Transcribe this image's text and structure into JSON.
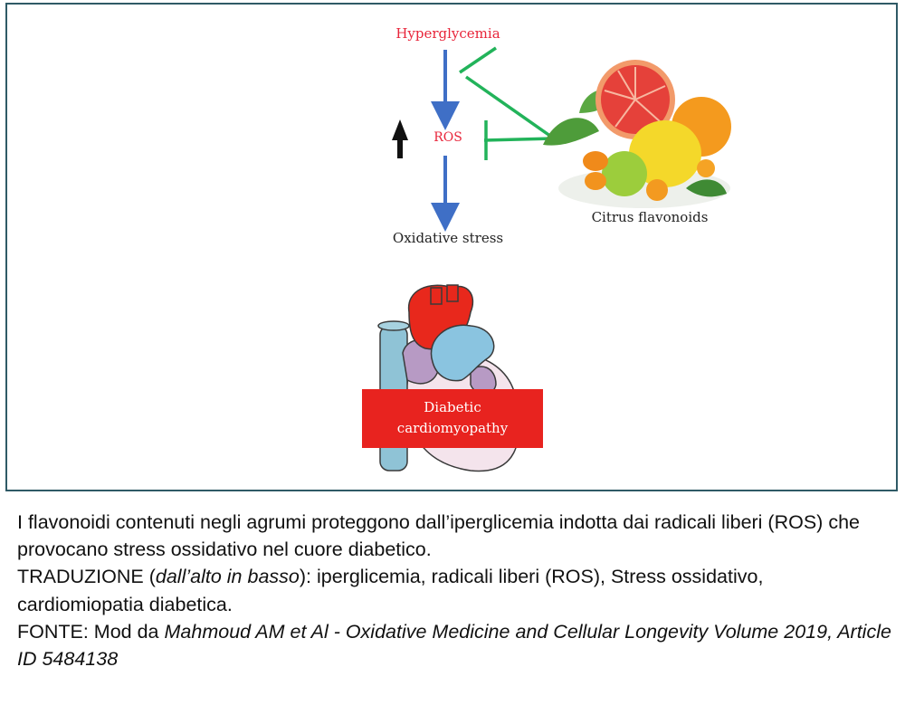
{
  "diagram": {
    "labels": {
      "hyperglycemia": "Hyperglycemia",
      "ros": "ROS",
      "oxidative_stress": "Oxidative stress",
      "citrus_flavonoids": "Citrus flavonoids",
      "diabetic_line1": "Diabetic",
      "diabetic_line2": "cardiomyopathy"
    },
    "colors": {
      "frame": "#2f5a66",
      "label_red": "#e8253a",
      "arrow_blue": "#3f6fc6",
      "inhibit_green": "#22b35a",
      "banner_red": "#e8231f",
      "increase_arrow": "#111111"
    },
    "icons": [
      "increase-arrow-icon",
      "citrus-fruits-icon",
      "heart-icon"
    ]
  },
  "caption": {
    "line1": "I flavonoidi contenuti negli agrumi proteggono dall’iperglicemia indotta dai radicali liberi (ROS) che provocano stress ossidativo nel cuore diabetico.",
    "trad_prefix": "TRADUZIONE (",
    "trad_italic": "dall’alto in basso",
    "trad_rest": "): iperglicemia, radicali liberi (ROS), Stress ossidativo, cardiomiopatia diabetica.",
    "fonte_prefix": "FONTE: Mod da ",
    "fonte_italic": "Mahmoud AM et Al - Oxidative Medicine and Cellular Longevity Volume 2019, Article ID 5484138"
  }
}
